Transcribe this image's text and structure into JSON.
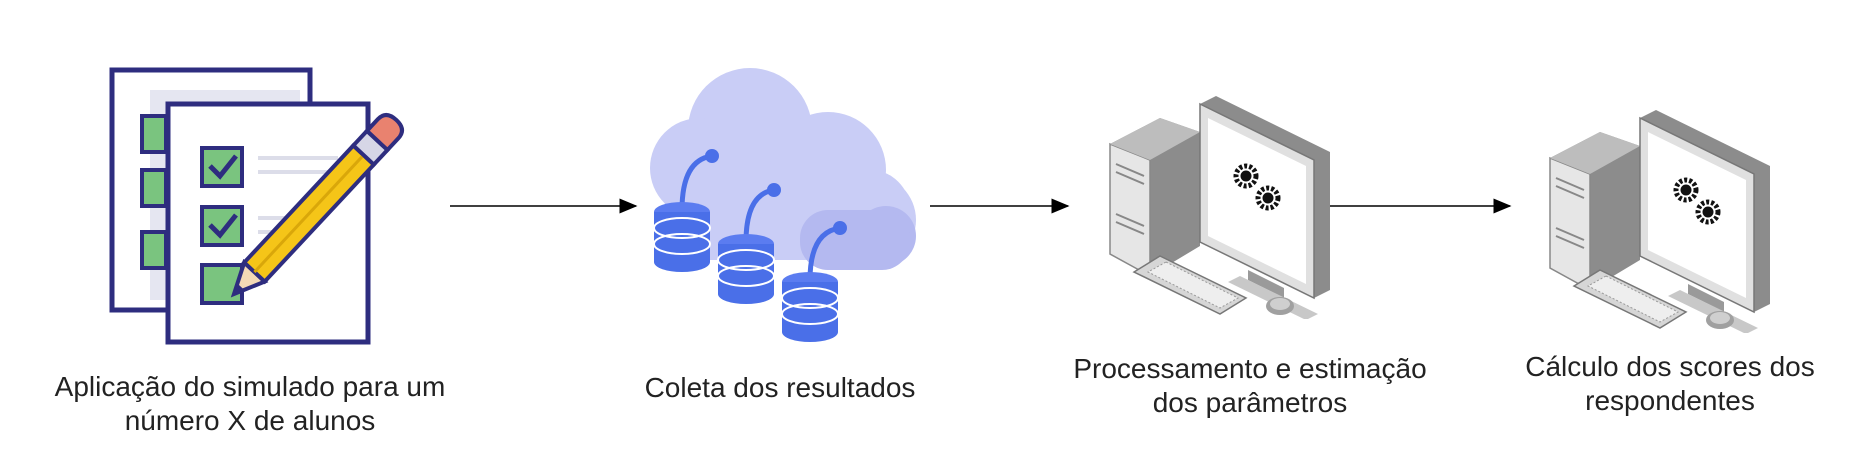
{
  "steps": [
    {
      "icon": "checklist-pencil-icon",
      "label_lines": [
        "Aplicação do simulado para um",
        "número X de alunos"
      ]
    },
    {
      "icon": "cloud-database-icon",
      "label_lines": [
        "Coleta dos resultados"
      ]
    },
    {
      "icon": "computer-gears-icon",
      "label_lines": [
        "Processamento e estimação",
        "dos parâmetros"
      ]
    },
    {
      "icon": "computer-gears-icon",
      "label_lines": [
        "Cálculo dos scores dos",
        "respondentes"
      ]
    }
  ],
  "colors": {
    "outline": "#2e2d7f",
    "paper": "#ffffff",
    "shadow": "#e5e6f1",
    "checkbox": "#7ac47f",
    "pencil": "#f5c518",
    "eraser": "#e9826f",
    "cloud": "#c9cdf6",
    "database": "#4a6fe8",
    "computer_body": "#a9a9a9",
    "arrow": "#000000",
    "text": "#222222"
  }
}
